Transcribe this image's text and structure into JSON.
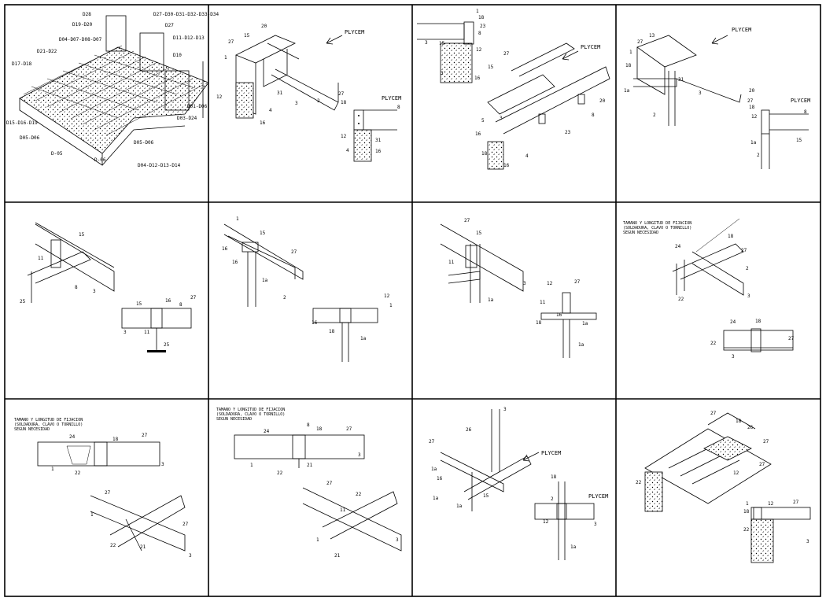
{
  "grid": {
    "rows": 3,
    "cols": 4
  },
  "panels": [
    {
      "id": "p1",
      "labels": [
        "D28",
        "D27-D30-D31-D32-D33-D34",
        "D19-D20",
        "D27",
        "D04-D07-D08-D07",
        "D11-D12-D13",
        "D21-D22",
        "D10",
        "D17-D18",
        "D01-D06",
        "D03-D24",
        "D15-D16-D19",
        "D05-D06",
        "D05-D06",
        "D-05",
        "D-06",
        "D04-D12-D13-D14"
      ]
    },
    {
      "id": "p2",
      "plycem": "PLYCEM",
      "labels": [
        "27",
        "15",
        "20",
        "1",
        "12",
        "3",
        "4",
        "31",
        "16",
        "27",
        "18",
        "8",
        "12",
        "31",
        "4",
        "16",
        "2"
      ]
    },
    {
      "id": "p3",
      "plycem": "PLYCEM",
      "labels": [
        "1",
        "18",
        "23",
        "3",
        "15",
        "8",
        "12",
        "3",
        "16",
        "27",
        "15",
        "3",
        "20",
        "8",
        "23",
        "4",
        "16",
        "18",
        "16",
        "5"
      ]
    },
    {
      "id": "p4",
      "plycem": "PLYCEM",
      "labels": [
        "27",
        "13",
        "1",
        "18",
        "1a",
        "31",
        "3",
        "2",
        "20",
        "27",
        "18",
        "8",
        "12",
        "15",
        "1a",
        "2"
      ]
    },
    {
      "id": "p5",
      "labels": [
        "15",
        "11",
        "8",
        "25",
        "3",
        "15",
        "16",
        "8",
        "27",
        "3",
        "11",
        "25"
      ]
    },
    {
      "id": "p6",
      "labels": [
        "1",
        "15",
        "27",
        "16",
        "16",
        "2",
        "1a",
        "12",
        "1",
        "16",
        "18",
        "1a"
      ]
    },
    {
      "id": "p7",
      "labels": [
        "27",
        "15",
        "11",
        "3",
        "1a",
        "12",
        "27",
        "11",
        "16",
        "18",
        "1a",
        "1a"
      ]
    },
    {
      "id": "p8",
      "note": [
        "TAMANO Y LONGITUD DE FIJACION",
        "(SOLDADURA, CLAVO O TORNILLO)",
        "SEGUN NECESIDAD"
      ],
      "labels": [
        "24",
        "18",
        "27",
        "2",
        "22",
        "3",
        "24",
        "18",
        "27",
        "22",
        "3"
      ]
    },
    {
      "id": "p9",
      "note": [
        "TAMANO Y LONGITUD DE FIJACION",
        "(SOLDADURA, CLAVO O TORNILLO)",
        "SEGUN NECESIDAD"
      ],
      "labels": [
        "24",
        "18",
        "27",
        "1",
        "22",
        "3",
        "27",
        "1",
        "22",
        "21",
        "27",
        "3"
      ]
    },
    {
      "id": "p10",
      "note": [
        "TAMANO Y LONGITUD DE FIJACION",
        "(SOLDADURA, CLAVO O TORNILLO)",
        "SEGUN NECESIDAD"
      ],
      "labels": [
        "24",
        "8",
        "18",
        "27",
        "1",
        "22",
        "21",
        "3",
        "27",
        "1",
        "22",
        "21",
        "11",
        "3"
      ]
    },
    {
      "id": "p11",
      "plycem": "PLYCEM",
      "plycem2": "PLYCEM",
      "labels": [
        "3",
        "26",
        "27",
        "1a",
        "16",
        "15",
        "1a",
        "1a",
        "18",
        "3",
        "12",
        "1a",
        "2"
      ]
    },
    {
      "id": "p12",
      "labels": [
        "27",
        "18",
        "26",
        "27",
        "12",
        "27",
        "22",
        "1",
        "18",
        "12",
        "27",
        "22",
        "3"
      ]
    }
  ]
}
